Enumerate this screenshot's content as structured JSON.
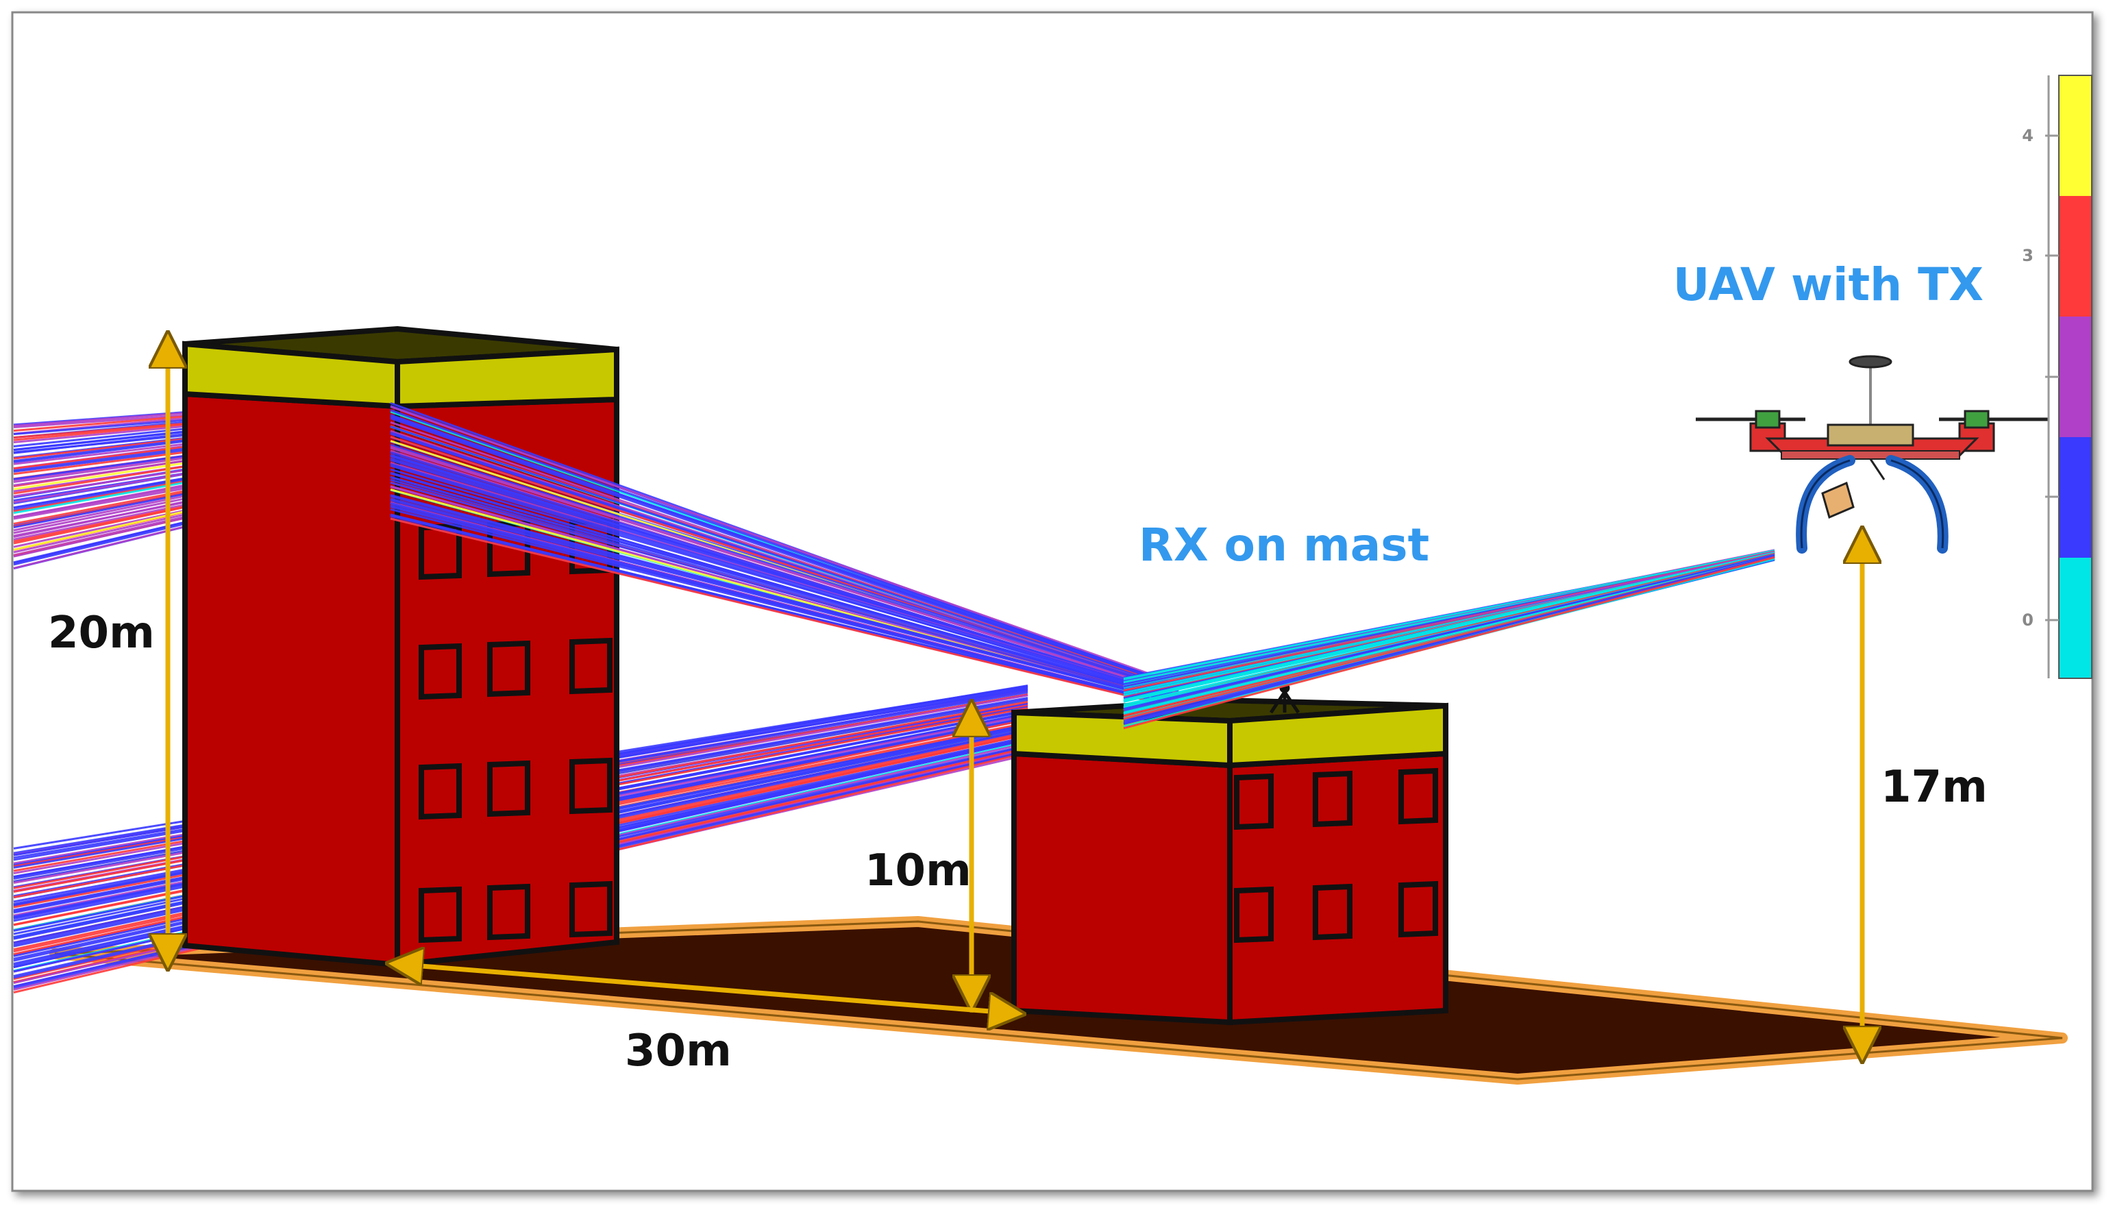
{
  "labels": {
    "uav": "UAV with TX",
    "rx": "RX on mast",
    "tall_building_height": "20m",
    "short_building_height": "10m",
    "uav_height": "17m",
    "separation": "30m"
  },
  "colorbar": {
    "ticks": [
      "4",
      "3",
      "0"
    ],
    "colors": [
      "#00e5e5",
      "#3a3aff",
      "#b040c8",
      "#ff3a3a",
      "#ffff33"
    ]
  },
  "colors": {
    "building_wall": "#bb0000",
    "roof": "#c8c800",
    "ground": "#3a1000",
    "ground_border": "#f0a040",
    "dimension_arrow": "#e8b000",
    "label_blue": "#3399ee",
    "label_black": "#111111"
  }
}
